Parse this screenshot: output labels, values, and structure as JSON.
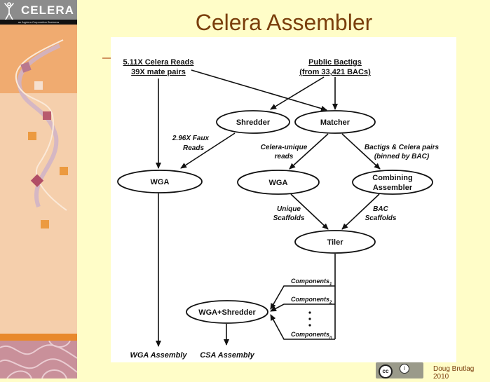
{
  "slide": {
    "title": "Celera Assembler",
    "logo": {
      "name": "CELERA",
      "tagline": "an Applera Corporation Business"
    },
    "credit": "Doug Brutlag 2010",
    "license": {
      "cc": "cc",
      "by": "BY"
    }
  },
  "diagram": {
    "sources": {
      "celera_reads_line1": "5.11X Celera Reads",
      "celera_reads_line2": "39X mate pairs",
      "public_bactigs_line1": "Public Bactigs",
      "public_bactigs_line2": "(from 33,421 BACs)"
    },
    "nodes": {
      "shredder": "Shredder",
      "matcher": "Matcher",
      "wga_left": "WGA",
      "wga_middle": "WGA",
      "combining_line1": "Combining",
      "combining_line2": "Assembler",
      "tiler": "Tiler",
      "wga_shredder": "WGA+Shredder"
    },
    "edge_labels": {
      "faux_reads_line1": "2.96X Faux",
      "faux_reads_line2": "Reads",
      "celera_unique_line1": "Celera-unique",
      "celera_unique_line2": "reads",
      "bactigs_pairs_line1": "Bactigs & Celera pairs",
      "bactigs_pairs_line2": "(binned by BAC)",
      "unique_scaffolds_line1": "Unique",
      "unique_scaffolds_line2": "Scaffolds",
      "bac_scaffolds_line1": "BAC",
      "bac_scaffolds_line2": "Scaffolds",
      "components_base": "Components",
      "components_1_sub": "1",
      "components_2_sub": "2",
      "components_n_sub": "n"
    },
    "outputs": {
      "wga_assembly": "WGA Assembly",
      "csa_assembly": "CSA Assembly"
    }
  }
}
